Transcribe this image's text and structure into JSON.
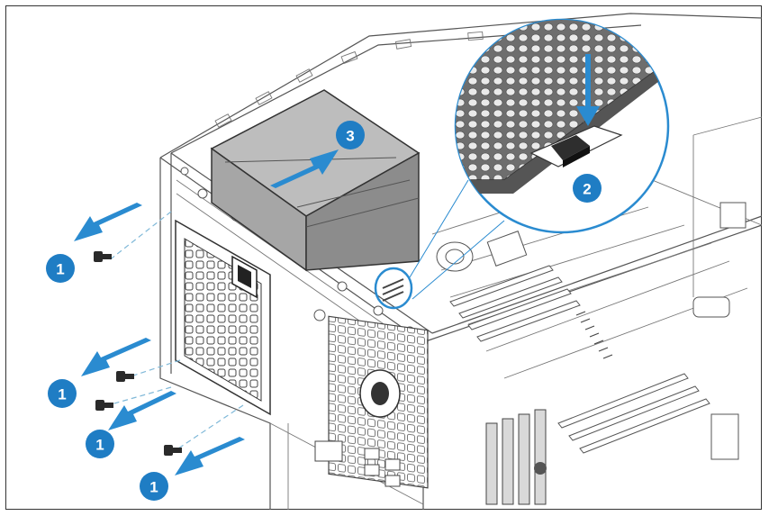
{
  "figure": {
    "colors": {
      "accent": "#2a8bd0",
      "badge": "#1f7dc4",
      "psu_gray": "#8c8c8c",
      "line": "#555555"
    },
    "steps": [
      {
        "label": "1",
        "action": "remove-screw"
      },
      {
        "label": "1",
        "action": "remove-screw"
      },
      {
        "label": "1",
        "action": "remove-screw"
      },
      {
        "label": "1",
        "action": "remove-screw"
      },
      {
        "label": "2",
        "action": "press-release-latch"
      },
      {
        "label": "3",
        "action": "slide-power-supply"
      }
    ],
    "icons": [
      "arrow-icon",
      "screw-icon",
      "callout-magnifier-icon",
      "release-latch-icon"
    ]
  }
}
